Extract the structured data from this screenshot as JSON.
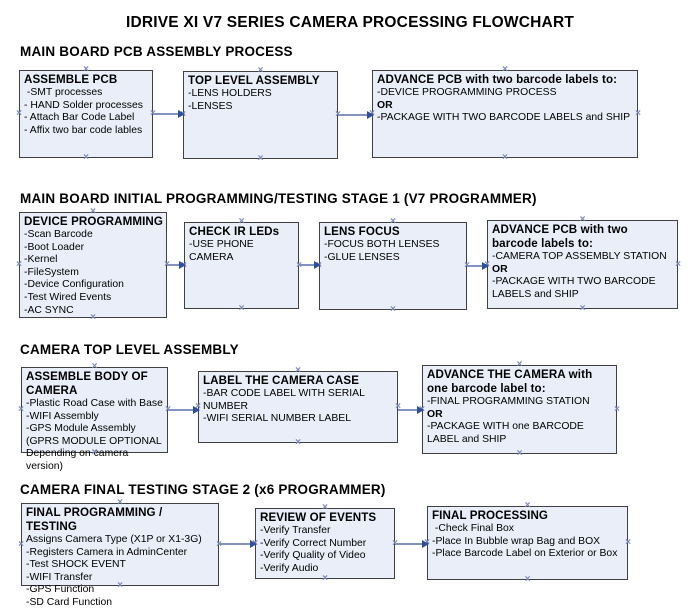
{
  "title": "IDRIVE XI V7 SERIES CAMERA PROCESSING FLOWCHART",
  "sections": [
    {
      "header": "MAIN BOARD PCB ASSEMBLY PROCESS",
      "boxes": [
        {
          "title": "ASSEMBLE PCB",
          "items": [
            " -SMT processes",
            "- HAND Solder processes",
            "- Attach Bar Code Label",
            "- Affix two bar code lables"
          ]
        },
        {
          "title": "TOP LEVEL ASSEMBLY",
          "items": [
            "-LENS HOLDERS",
            "-LENSES"
          ]
        },
        {
          "title": "ADVANCE PCB with two barcode labels to:",
          "items": [
            "-DEVICE PROGRAMMING PROCESS",
            "OR",
            "-PACKAGE WITH TWO BARCODE LABELS and SHIP"
          ]
        }
      ]
    },
    {
      "header": "MAIN BOARD INITIAL PROGRAMMING/TESTING STAGE 1 (V7 PROGRAMMER)",
      "boxes": [
        {
          "title": "DEVICE PROGRAMMING",
          "items": [
            "-Scan Barcode",
            "-Boot Loader",
            "-Kernel",
            "-FileSystem",
            "-Device Configuration",
            "-Test Wired Events",
            "-AC SYNC"
          ]
        },
        {
          "title": "CHECK IR LEDs",
          "items": [
            "-USE PHONE CAMERA"
          ]
        },
        {
          "title": "LENS FOCUS",
          "items": [
            "-FOCUS BOTH LENSES",
            "-GLUE LENSES"
          ]
        },
        {
          "title": "ADVANCE PCB with two barcode labels to:",
          "items": [
            "-CAMERA TOP ASSEMBLY STATION",
            "OR",
            "-PACKAGE WITH TWO BARCODE LABELS and SHIP"
          ]
        }
      ]
    },
    {
      "header": "CAMERA TOP LEVEL ASSEMBLY",
      "boxes": [
        {
          "title": "ASSEMBLE BODY OF CAMERA",
          "items": [
            "-Plastic Road Case with Base",
            "-WIFI Assembly",
            "-GPS Module Assembly",
            "(GPRS MODULE OPTIONAL",
            "Depending on camera version)"
          ]
        },
        {
          "title": "LABEL THE CAMERA CASE",
          "items": [
            "-BAR CODE LABEL WITH SERIAL NUMBER",
            "-WIFI SERIAL NUMBER LABEL"
          ]
        },
        {
          "title": "ADVANCE THE CAMERA with one barcode label to:",
          "items": [
            "-FINAL PROGRAMMING STATION",
            "OR",
            "-PACKAGE WITH one BARCODE LABEL and SHIP"
          ]
        }
      ]
    },
    {
      "header": "CAMERA FINAL TESTING STAGE 2 (x6 PROGRAMMER)",
      "boxes": [
        {
          "title": "FINAL PROGRAMMING / TESTING",
          "items": [
            "Assigns Camera Type (X1P or X1-3G)",
            "-Registers Camera in AdminCenter",
            "-Test SHOCK EVENT",
            "-WIFI Transfer",
            "-GPS Function",
            "-SD Card Function"
          ]
        },
        {
          "title": "REVIEW OF EVENTS",
          "items": [
            "-Verify Transfer",
            "-Verify Correct Number",
            "-Verify Quality of Video",
            "-Verify Audio"
          ]
        },
        {
          "title": "FINAL PROCESSING",
          "items": [
            " -Check Final Box",
            "-Place In Bubble wrap Bag and BOX",
            "-Place Barcode Label on Exterior or Box"
          ]
        }
      ]
    }
  ],
  "connector_mark": "×",
  "colors": {
    "box_fill": "#e9eef8",
    "box_border": "#404040",
    "arrow_line": "#8492c2",
    "arrow_head": "#2d4f9e",
    "connector_mark": "#7d89b8"
  }
}
